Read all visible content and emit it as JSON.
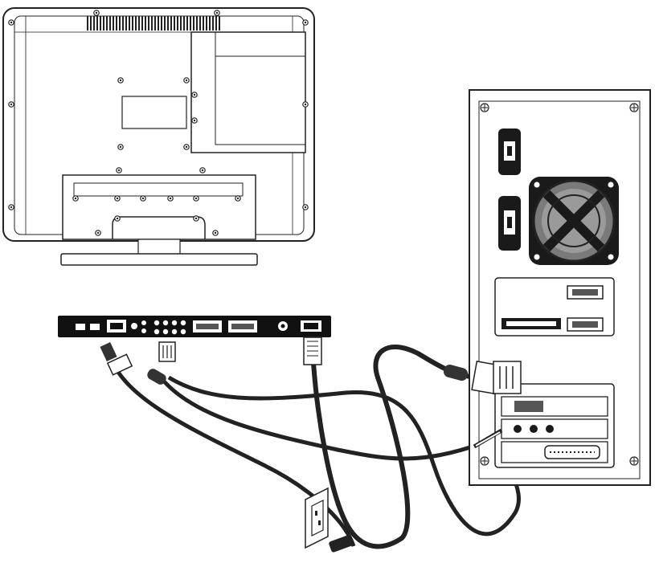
{
  "diagram": {
    "type": "connection-illustration",
    "components": [
      "tv-rear",
      "tv-connector-panel",
      "pc-tower-rear",
      "wall-outlet"
    ],
    "cables": [
      "vga-cable",
      "audio-cable",
      "power-cable"
    ],
    "colors": {
      "line": "#222222",
      "panel": "#111111",
      "background": "#ffffff"
    }
  }
}
